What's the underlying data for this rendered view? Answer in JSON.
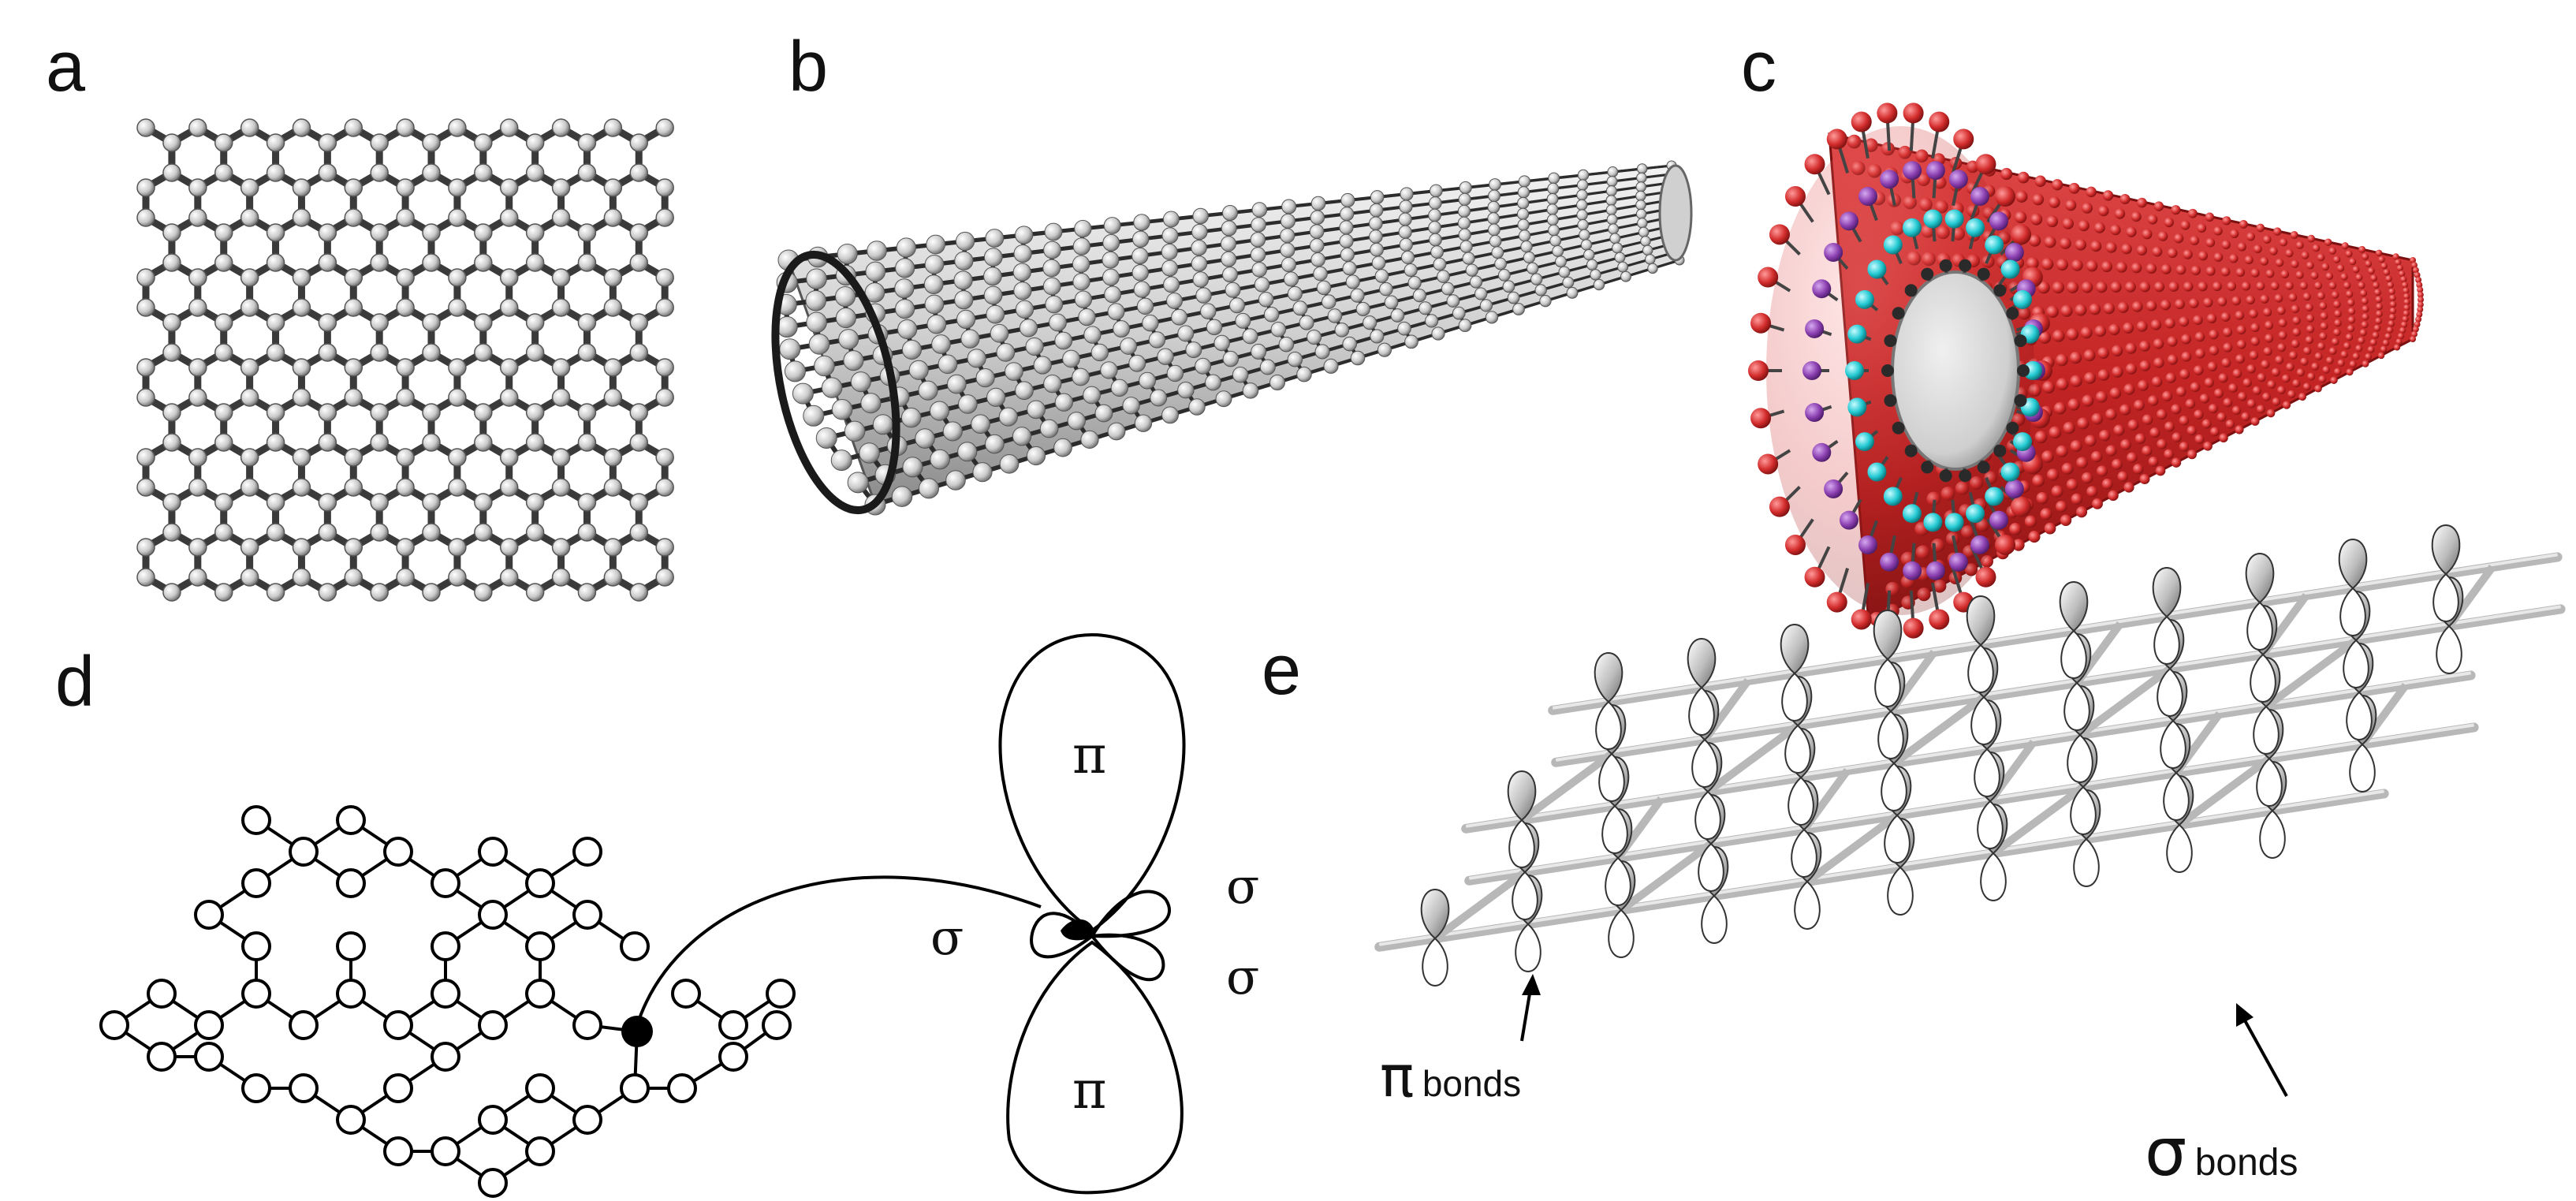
{
  "panels": [
    {
      "id": "a",
      "label": "a"
    },
    {
      "id": "b",
      "label": "b"
    },
    {
      "id": "c",
      "label": "c"
    },
    {
      "id": "d",
      "label": "d"
    },
    {
      "id": "e",
      "label": "e"
    }
  ],
  "panel_d": {
    "orbital_pi_top": "π",
    "orbital_pi_bottom": "π",
    "orbital_sigma_left": "σ",
    "orbital_sigma_upper_right": "σ",
    "orbital_sigma_lower_right": "σ"
  },
  "panel_e": {
    "pi_symbol": "π",
    "pi_text": "bonds",
    "sigma_symbol": "σ",
    "sigma_text": "bonds"
  },
  "colors": {
    "atom_gray": "#c9c9c9",
    "bond_dark": "#3a3a3a",
    "shell_red": "#d32c2c",
    "shell_purple": "#8b3fb0",
    "shell_cyan": "#22c9d2",
    "core_gray": "#cfcfcf"
  }
}
